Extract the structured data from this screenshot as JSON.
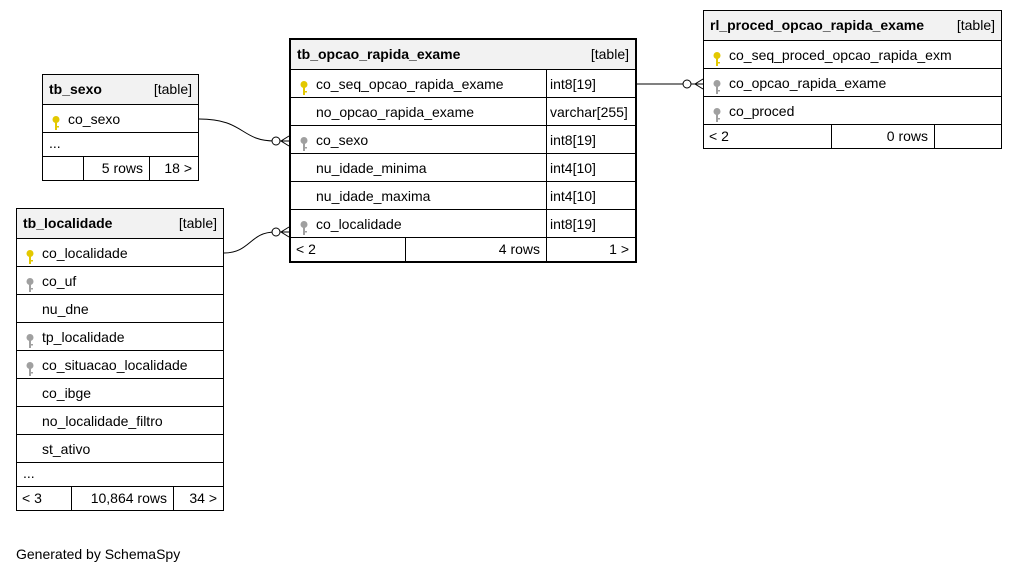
{
  "colors": {
    "pk_key": "#e3c800",
    "fk_key": "#a0a0a0",
    "header_bg": "#f2f2f2"
  },
  "tables": {
    "tb_sexo": {
      "name": "tb_sexo",
      "kind": "[table]",
      "columns": [
        {
          "name": "co_sexo",
          "key": "primary-key-icon"
        }
      ],
      "ellipsis": "...",
      "footer": {
        "parents": "",
        "rows": "5 rows",
        "children": "18 >"
      }
    },
    "tb_localidade": {
      "name": "tb_localidade",
      "kind": "[table]",
      "columns": [
        {
          "name": "co_localidade",
          "key": "primary-key-icon"
        },
        {
          "name": "co_uf",
          "key": "foreign-key-icon"
        },
        {
          "name": "nu_dne",
          "key": ""
        },
        {
          "name": "tp_localidade",
          "key": "foreign-key-icon"
        },
        {
          "name": "co_situacao_localidade",
          "key": "foreign-key-icon"
        },
        {
          "name": "co_ibge",
          "key": ""
        },
        {
          "name": "no_localidade_filtro",
          "key": ""
        },
        {
          "name": "st_ativo",
          "key": ""
        }
      ],
      "ellipsis": "...",
      "footer": {
        "parents": "< 3",
        "rows": "10,864 rows",
        "children": "34 >"
      }
    },
    "tb_opcao_rapida_exame": {
      "name": "tb_opcao_rapida_exame",
      "kind": "[table]",
      "columns": [
        {
          "name": "co_seq_opcao_rapida_exame",
          "type": "int8[19]",
          "key": "primary-key-icon"
        },
        {
          "name": "no_opcao_rapida_exame",
          "type": "varchar[255]",
          "key": ""
        },
        {
          "name": "co_sexo",
          "type": "int8[19]",
          "key": "foreign-key-icon"
        },
        {
          "name": "nu_idade_minima",
          "type": "int4[10]",
          "key": ""
        },
        {
          "name": "nu_idade_maxima",
          "type": "int4[10]",
          "key": ""
        },
        {
          "name": "co_localidade",
          "type": "int8[19]",
          "key": "foreign-key-icon"
        }
      ],
      "footer": {
        "parents": "< 2",
        "rows": "4 rows",
        "children": "1 >"
      }
    },
    "rl_proced_opcao_rapida_exame": {
      "name": "rl_proced_opcao_rapida_exame",
      "kind": "[table]",
      "columns": [
        {
          "name": "co_seq_proced_opcao_rapida_exm",
          "key": "primary-key-icon"
        },
        {
          "name": "co_opcao_rapida_exame",
          "key": "foreign-key-icon"
        },
        {
          "name": "co_proced",
          "key": "foreign-key-icon"
        }
      ],
      "footer": {
        "parents": "< 2",
        "rows": "0 rows",
        "children": ""
      }
    }
  },
  "generated_by": "Generated by SchemaSpy"
}
